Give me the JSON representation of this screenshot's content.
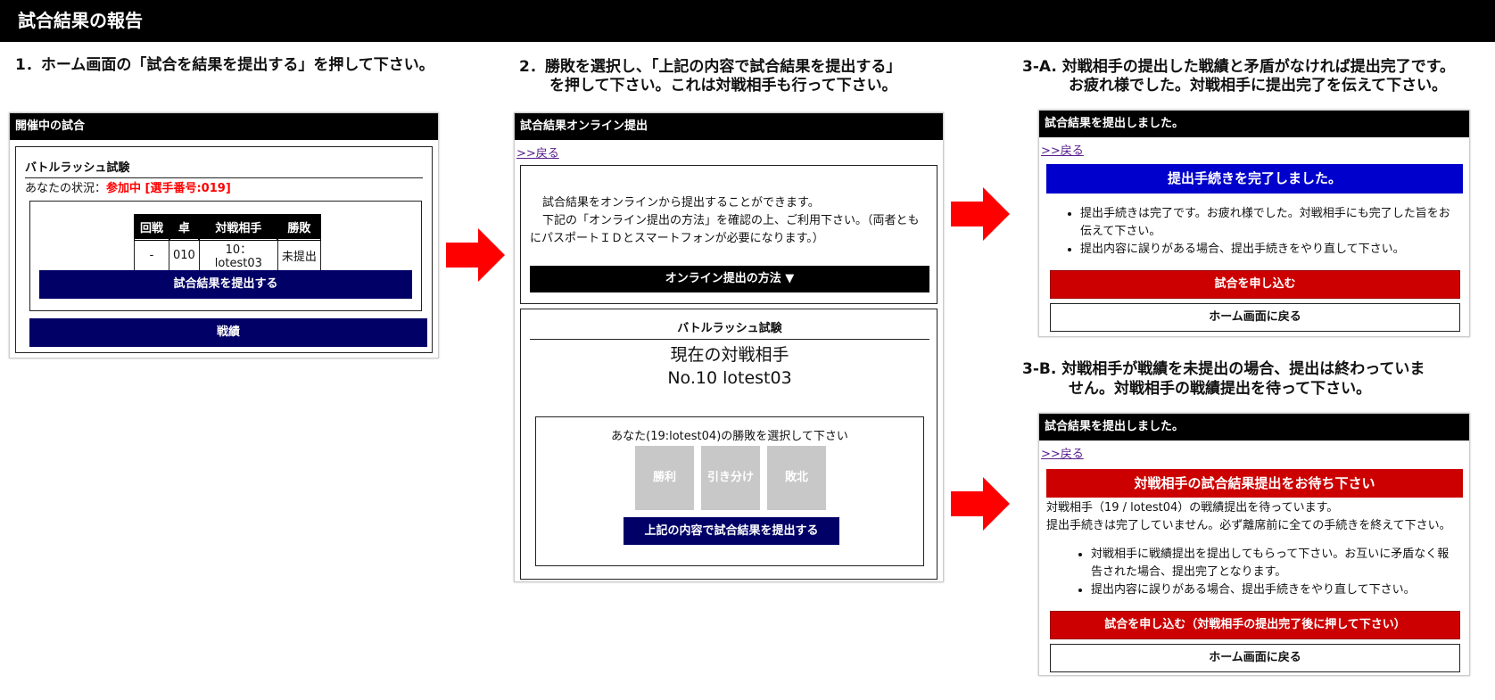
{
  "page_title": "試合結果の報告",
  "steps": {
    "s1": "1．ホーム画面の「試合を結果を提出する」を押して下さい。",
    "s2_l1": "2．勝敗を選択し、「上記の内容で試合結果を提出する」",
    "s2_l2": "を押して下さい。これは対戦相手も行って下さい。",
    "s3a_l1": "3-A.  対戦相手の提出した戦績と矛盾がなければ提出完了です。",
    "s3a_l2": "お疲れ様でした。対戦相手に提出完了を伝えて下さい。",
    "s3b_l1": "3-B.  対戦相手が戦績を未提出の場合、提出は終わっていま",
    "s3b_l2": "せん。対戦相手の戦績提出を待って下さい。"
  },
  "panel1": {
    "header": "開催中の試合",
    "event_name": "バトルラッシュ試験",
    "status_label": "あなたの状況：",
    "status_value": "参加中 [選手番号:019]",
    "table": {
      "headers": [
        "回戦",
        "卓",
        "対戦相手",
        "勝敗"
      ],
      "row": [
        "-",
        "010",
        "10：lotest03",
        "未提出"
      ]
    },
    "submit_button": "試合結果を提出する",
    "record_button": "戦績"
  },
  "panel2": {
    "header": "試合結果オンライン提出",
    "back_link": ">>戻る",
    "intro_l1": "試合結果をオンラインから提出することができます。",
    "intro_l2": "下記の「オンライン提出の方法」を確認の上、ご利用下さい。（両者とも",
    "intro_l3": "にパスポートＩＤとスマートフォンが必要になります。）",
    "method_button": "オンライン提出の方法 ▼",
    "event_name": "バトルラッシュ試験",
    "opponent_label": "現在の対戦相手",
    "opponent_value": "No.10 lotest03",
    "select_prompt": "あなた(19:lotest04)の勝敗を選択して下さい",
    "choices": [
      "勝利",
      "引き分け",
      "敗北"
    ],
    "submit_button": "上記の内容で試合結果を提出する"
  },
  "panel3a": {
    "header": "試合結果を提出しました。",
    "back_link": ">>戻る",
    "banner": "提出手続きを完了しました。",
    "bullets": [
      "提出手続きは完了です。お疲れ様でした。対戦相手にも完了した旨をお伝えて下さい。",
      "提出内容に誤りがある場合、提出手続きをやり直して下さい。"
    ],
    "entry_button": "試合を申し込む",
    "home_button": "ホーム画面に戻る"
  },
  "panel3b": {
    "header": "試合結果を提出しました。",
    "back_link": ">>戻る",
    "banner": "対戦相手の試合結果提出をお待ち下さい",
    "line1": "対戦相手（19 / lotest04）の戦績提出を待っています。",
    "line2": "提出手続きは完了していません。必ず離席前に全ての手続きを終えて下さい。",
    "bullets": [
      "対戦相手に戦績提出を提出してもらって下さい。お互いに矛盾なく報告された場合、提出完了となります。",
      "提出内容に誤りがある場合、提出手続きをやり直して下さい。"
    ],
    "entry_button": "試合を申し込む（対戦相手の提出完了後に押して下さい）",
    "home_button": "ホーム画面に戻る"
  },
  "colors": {
    "navy": "#000066",
    "red": "#cc0000",
    "blue": "#0000cc",
    "arrow": "#ff0000",
    "status_red": "#ff0000"
  },
  "icons": [
    "right-arrow-icon"
  ]
}
